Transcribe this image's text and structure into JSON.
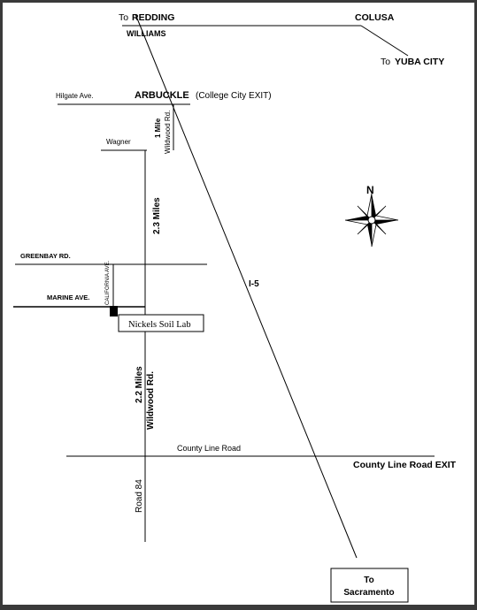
{
  "map": {
    "top": {
      "to_prefix": "To",
      "redding": "REDDING",
      "colusa": "COLUSA",
      "williams": "WILLIAMS",
      "to_yuba_prefix": "To",
      "yuba_city": "YUBA CITY"
    },
    "exits": {
      "arbuckle": "ARBUCKLE",
      "college_city_exit": "(College City EXIT)",
      "county_line_exit": "County Line Road EXIT"
    },
    "roads": {
      "hilgate": "Hilgate Ave.",
      "wagner": "Wagner",
      "greenbay": "GREENBAY RD.",
      "marine": "MARINE AVE.",
      "california": "CALIFORNIA AVE.",
      "wildwood_upper": "Wildwood Rd.",
      "wildwood_lower": "Wildwood Rd.",
      "county_line": "County Line Road",
      "road84": "Road 84",
      "i5": "I-5"
    },
    "distances": {
      "one_mile": "1 Mile",
      "two_three_miles": "2.3 Miles",
      "two_two_miles": "2.2 Miles"
    },
    "destination": {
      "lab": "Nickels Soil Lab"
    },
    "sacramento": {
      "line1": "To",
      "line2": "Sacramento"
    },
    "compass": {
      "north": "N"
    }
  }
}
